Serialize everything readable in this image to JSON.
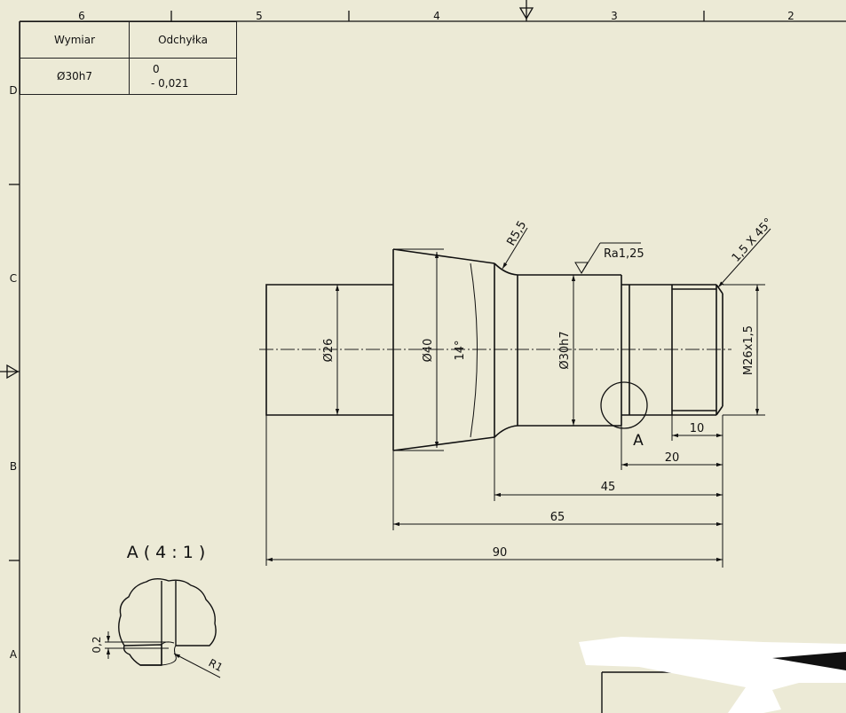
{
  "frame": {
    "top_zones": [
      "6",
      "5",
      "4",
      "3",
      "2"
    ],
    "side_zones": [
      "D",
      "C",
      "B",
      "A"
    ]
  },
  "tolerance_table": {
    "headers": [
      "Wymiar",
      "Odchyłka"
    ],
    "rows": [
      {
        "dimension": "Ø30h7",
        "deviation_upper": "0",
        "deviation_lower": "- 0,021"
      }
    ]
  },
  "dimensions": {
    "dia_26": "Ø26",
    "dia_40": "Ø40",
    "angle_14": "14°",
    "dia_30h7": "Ø30h7",
    "thread": "M26x1,5",
    "radius": "R5,5",
    "roughness": "Ra1,25",
    "chamfer": "1,5 X 45°",
    "detail_ref": "A",
    "len_10": "10",
    "len_20": "20",
    "len_45": "45",
    "len_65": "65",
    "len_90": "90"
  },
  "detail_view": {
    "title": "A ( 4 : 1 )",
    "depth": "0,2",
    "radius": "R1"
  }
}
